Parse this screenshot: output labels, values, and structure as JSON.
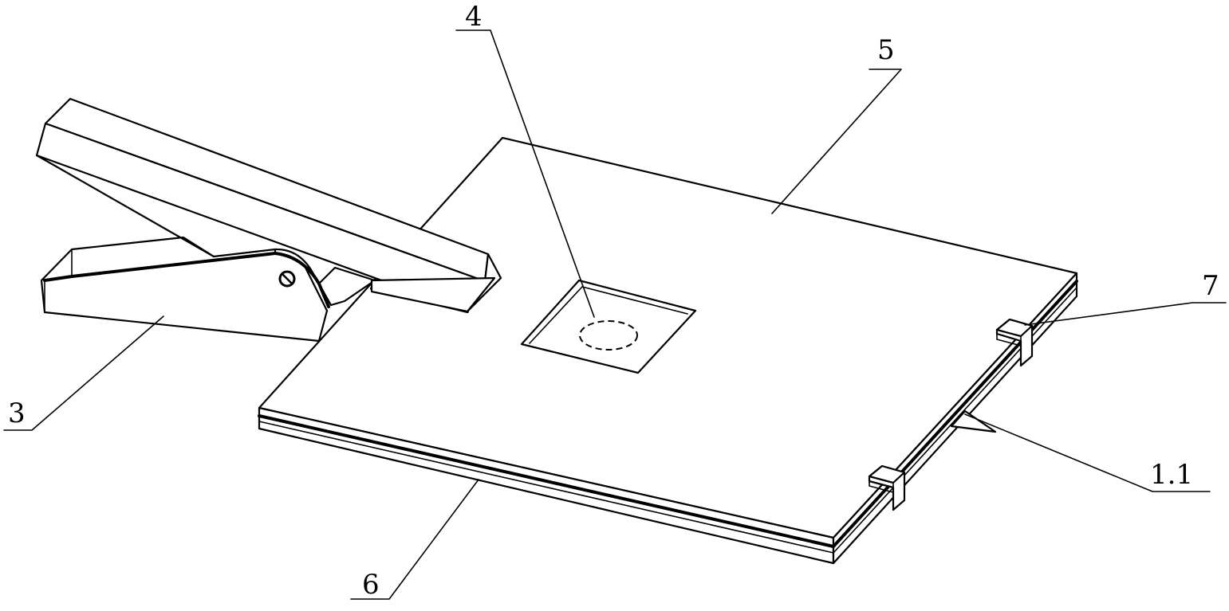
{
  "labels": {
    "handle_clip": "3",
    "cutout_circle": "4",
    "top_plate": "5",
    "bottom_plate": "6",
    "clip_block": "7",
    "side_notch": "1.1"
  },
  "colors": {
    "line": "#000000",
    "background": "#ffffff"
  }
}
